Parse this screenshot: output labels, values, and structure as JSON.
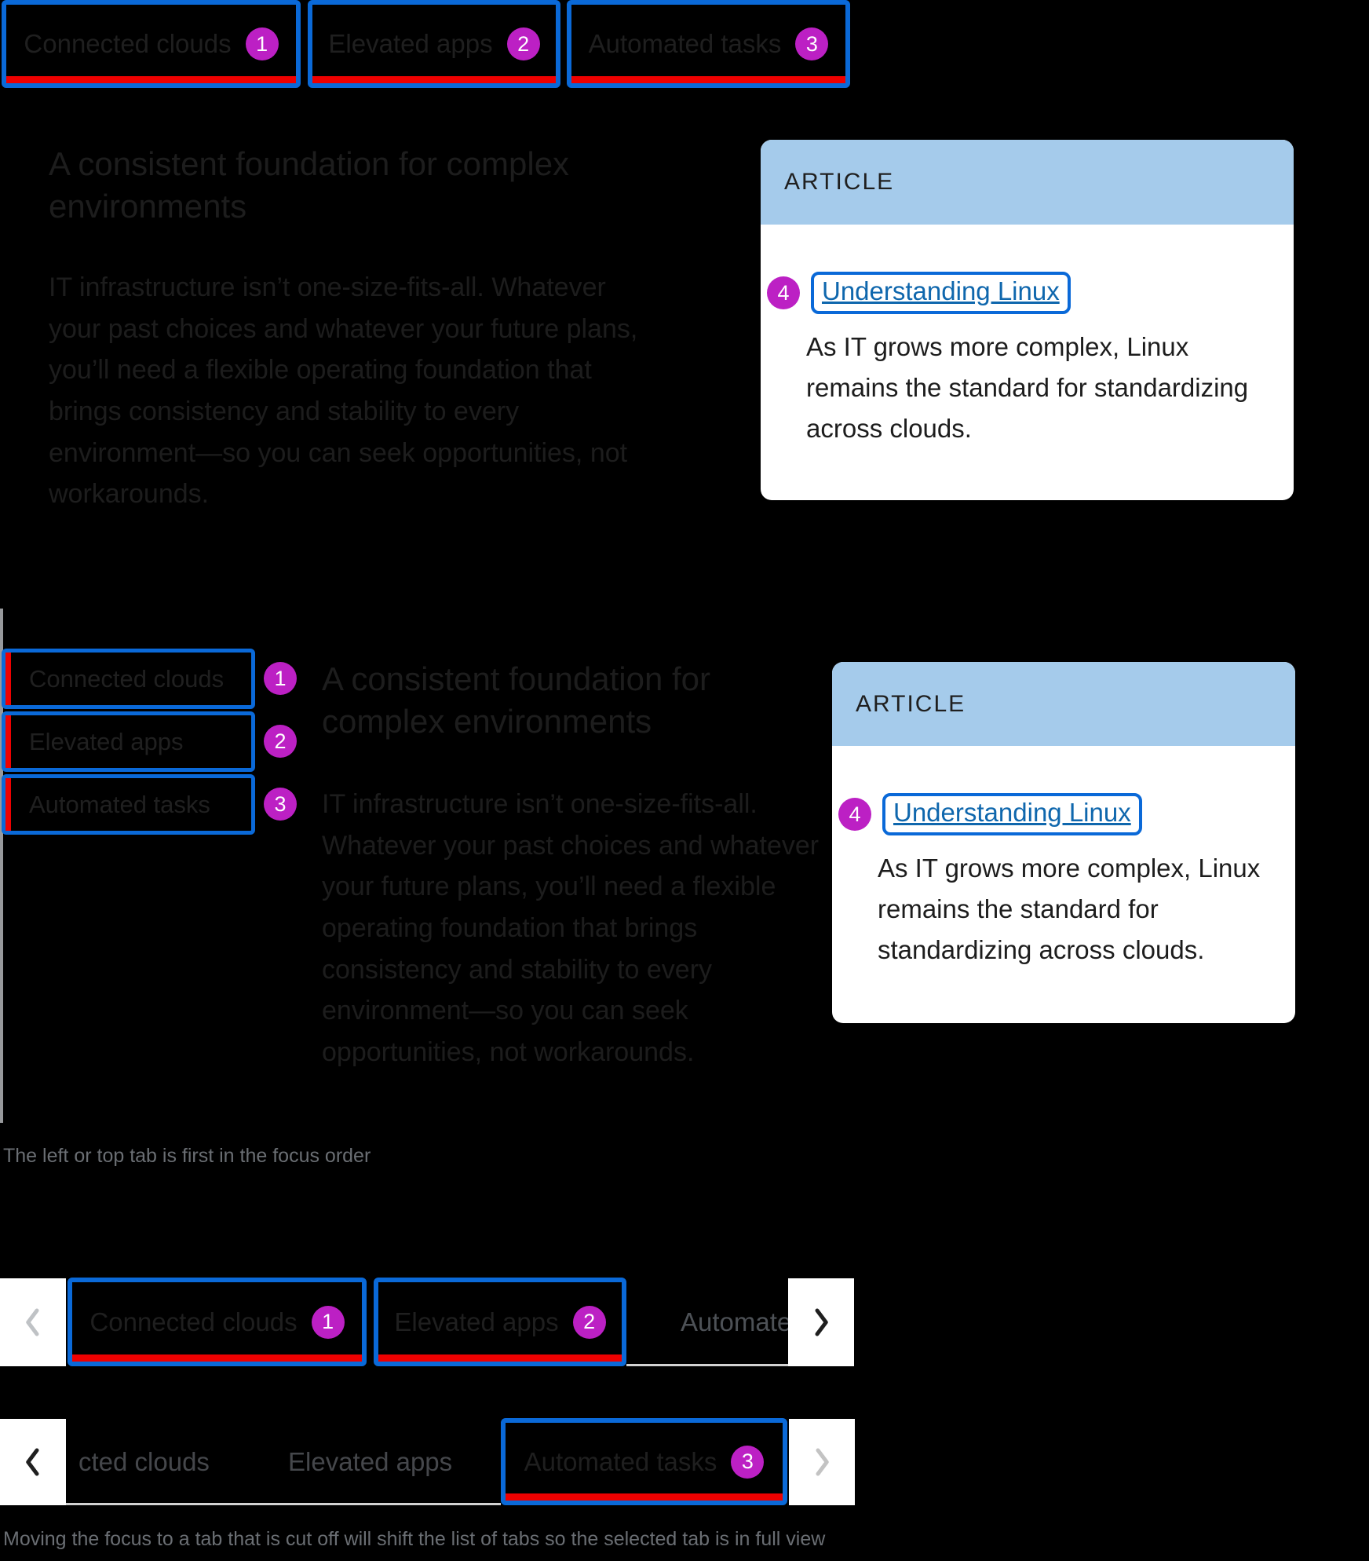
{
  "colors": {
    "background": "#000000",
    "focus_blue": "#0a69d8",
    "selected_red": "#ee0000",
    "annotation_magenta": "#bc20c4",
    "link_blue": "#0f67ad",
    "card_header_blue": "#a5cbeb",
    "caption_gray": "#6a6e73"
  },
  "top_tabs": {
    "items": [
      {
        "label": "Connected clouds",
        "badge": "1"
      },
      {
        "label": "Elevated apps",
        "badge": "2"
      },
      {
        "label": "Automated tasks",
        "badge": "3"
      }
    ]
  },
  "intro": {
    "heading": "A consistent foundation for complex environments",
    "body": "IT infrastructure isn’t one-size-fits-all. Whatever your past choices and whatever your future plans, you’ll need a flexible operating foundation that brings consistency and stability to every environment—so you can seek opportunities, not workarounds."
  },
  "article_card": {
    "header": "ARTICLE",
    "badge": "4",
    "link": "Understanding Linux",
    "body": "As IT grows more complex, Linux remains the standard for standardizing across clouds."
  },
  "vertical_tabs": {
    "items": [
      {
        "label": "Connected clouds",
        "badge": "1"
      },
      {
        "label": "Elevated apps",
        "badge": "2"
      },
      {
        "label": "Automated tasks",
        "badge": "3"
      }
    ]
  },
  "middle": {
    "heading": "A consistent foundation for complex environments",
    "body": "IT infrastructure isn’t one-size-fits-all. Whatever your past choices and whatever your future plans, you’ll need a flexible operating foundation that brings consistency and stability to every environment—so you can seek opportunities, not workarounds."
  },
  "article_card_2": {
    "header": "ARTICLE",
    "badge": "4",
    "link": "Understanding Linux",
    "body": "As IT grows more complex, Linux remains the standard for standardizing across clouds."
  },
  "captions": {
    "first": "The left or top tab is first in the focus order",
    "second": "Moving the focus to a tab that is cut off will shift the list of tabs so the selected tab is in full view"
  },
  "overflow_row_1": {
    "tabs": [
      {
        "label": "Connected clouds",
        "badge": "1"
      },
      {
        "label": "Elevated apps",
        "badge": "2"
      }
    ],
    "clipped_label": "Automate"
  },
  "overflow_row_2": {
    "clipped_label": "cted clouds",
    "unselected_label": "Elevated apps",
    "selected_tab": {
      "label": "Automated tasks",
      "badge": "3"
    }
  }
}
